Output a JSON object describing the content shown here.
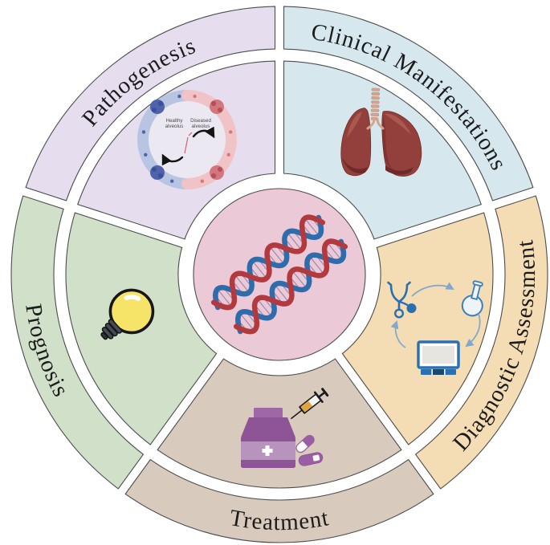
{
  "wheel": {
    "sections": [
      {
        "id": "pathogenesis",
        "label": "Pathogenesis",
        "color": "#e6ddee",
        "a1": 90,
        "a2": 162,
        "orient": "out",
        "icon": "alveoli-illustration"
      },
      {
        "id": "clinical-manifestations",
        "label": "Clinical Manifestations",
        "color": "#d6e8ee",
        "a1": 18,
        "a2": 90,
        "orient": "out",
        "icon": "lungs-icon"
      },
      {
        "id": "diagnostic-assessment",
        "label": "Diagnostic Assessment",
        "color": "#f4dcb4",
        "a1": -54,
        "a2": 18,
        "orient": "in",
        "icon": "diagnostic-cycle"
      },
      {
        "id": "treatment",
        "label": "Treatment",
        "color": "#d8cabc",
        "a1": -126,
        "a2": -54,
        "orient": "in",
        "icon": "medication-icons"
      },
      {
        "id": "prognosis",
        "label": "Prognosis",
        "color": "#d1e1c9",
        "a1": 162,
        "a2": 234,
        "orient": "in",
        "icon": "light-bulb-icon"
      }
    ],
    "center": {
      "icon": "dna-double-helix"
    }
  },
  "alveoli": {
    "healthy_line1": "Healthy",
    "healthy_line2": "alveolus",
    "diseased_line1": "Diseased",
    "diseased_line2": "alveolus"
  },
  "palette": {
    "outline": "#4d4d4d",
    "center_fill": "#ebc9d6",
    "dna_red": "#b23a3f",
    "dna_blue": "#2f6cab",
    "dna_rung": "#9c84ad",
    "lung_red": "#93403c",
    "lung_highlight": "#a85a50",
    "lung_shadow": "#6f2a28",
    "trachea": "#d3a58e",
    "alveoli_inner": "#ece8f2",
    "alveoli_blue": "#b7c4e2",
    "alveoli_pink": "#f0c3c7",
    "alveoli_cell_blue": "#4f63ac",
    "alveoli_cell_red": "#d4767e",
    "alveoli_mark_pink": "#d06c77",
    "diagnostic_blue": "#2a6fb0",
    "diagnostic_arrow": "#7fa8cb",
    "flask_fill": "#eef3f8",
    "monitor_screen": "#e7e5e0",
    "med_purple": "#8d5596",
    "med_cap_purple": "#9e68a6",
    "med_light_purple": "#b793be",
    "capsule_purple": "#9a5fa3",
    "syringe_orange": "#e2a23c",
    "ink": "#1a1a1a",
    "bulb_yellow": "#f6e468",
    "bulb_base": "#454b57",
    "label_color": "#1c1c1c"
  }
}
